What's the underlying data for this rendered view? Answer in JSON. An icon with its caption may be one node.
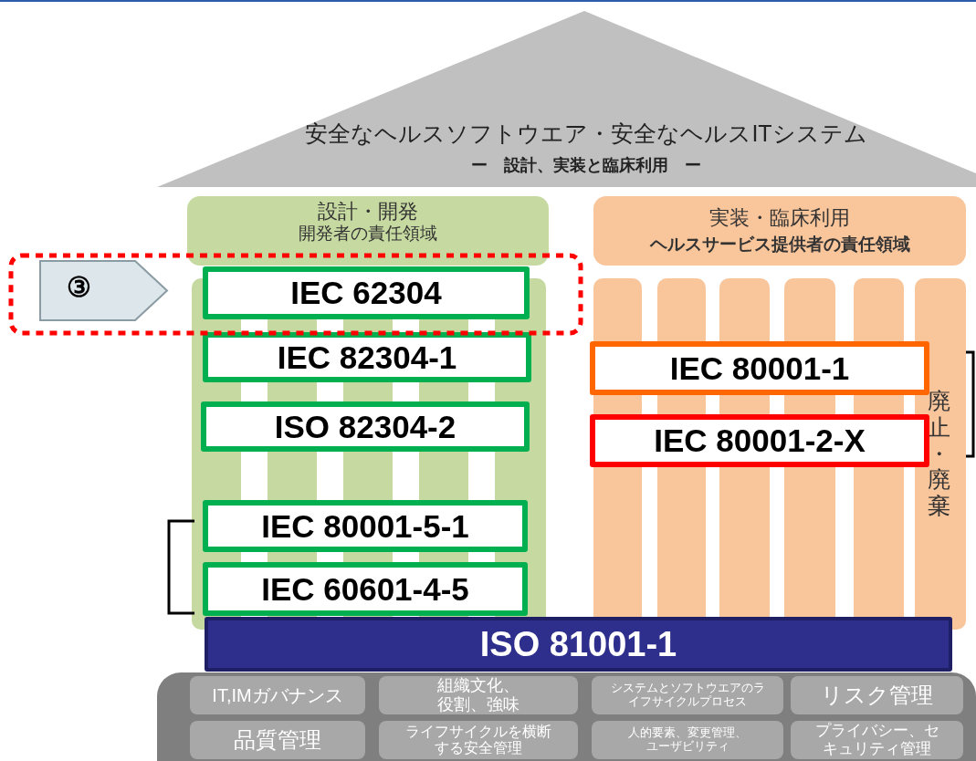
{
  "diagram": {
    "nodes": [
      {
        "text": [
          "安全なヘルスソフトウエア・安全なヘルスITシステム",
          "ー　設計、実装と臨床利用　ー"
        ]
      },
      {
        "text": [
          "設計・開発",
          "開発者の責任領域"
        ]
      },
      {
        "text": [
          "実装・臨床利用",
          "ヘルスサービス提供者の責任領域"
        ]
      },
      {
        "text": [
          "廃止・廃棄"
        ]
      },
      {
        "text": [
          "③"
        ]
      },
      {
        "text": [
          "IEC 62304"
        ]
      },
      {
        "text": [
          "IEC 82304-1"
        ]
      },
      {
        "text": [
          "ISO 82304-2"
        ]
      },
      {
        "text": [
          "IEC 80001-5-1"
        ]
      },
      {
        "text": [
          "IEC 60601-4-5"
        ]
      },
      {
        "text": [
          "IEC 80001-1"
        ]
      },
      {
        "text": [
          "IEC 80001-2-X"
        ]
      },
      {
        "text": [
          "ISO 81001-1"
        ]
      },
      {
        "text": [],
        "shape": "box"
      },
      {
        "text": [
          "IT,IMガバナンス"
        ],
        "in": 13
      },
      {
        "text": [
          "組織文化、役割、強味"
        ],
        "in": 13
      },
      {
        "text": [
          "システムとソフトウエアのライフサイクルプロセス"
        ],
        "in": 13
      },
      {
        "text": [
          "リスク管理"
        ],
        "in": 13
      },
      {
        "text": [
          "品質管理"
        ],
        "in": 13
      },
      {
        "text": [
          "ライフサイクルを横断する安全管理"
        ],
        "in": 13
      },
      {
        "text": [
          "人的要素、変更管理、ユーザビリティ"
        ],
        "in": 13
      },
      {
        "text": [
          "プライバシー、セキュリティ管理"
        ],
        "in": 13
      }
    ]
  }
}
